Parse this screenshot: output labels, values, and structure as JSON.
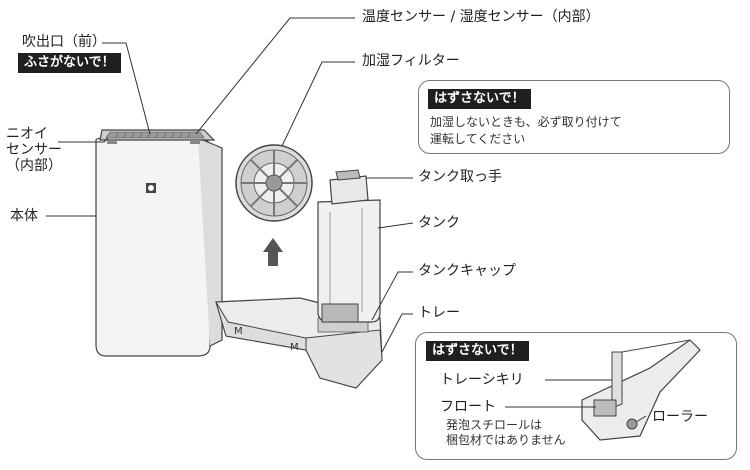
{
  "labels": {
    "outlet": "吹出口（前）",
    "outlet_warning": "ふさがないで！",
    "odor_sensor": "ニオイ\nセンサー\n（内部）",
    "main_body": "本体",
    "temp_sensor": "温度センサー / 湿度センサー（内部）",
    "humidify_filter": "加湿フィルター",
    "tank_handle": "タンク取っ手",
    "tank": "タンク",
    "tank_cap": "タンクキャップ",
    "tray": "トレー"
  },
  "filter_note": {
    "title": "はずさないで！",
    "text": "加湿しないときも、必ず取り付けて\n運転してください"
  },
  "tray_note": {
    "title": "はずさないで！",
    "partition": "トレーシキリ",
    "float": "フロート",
    "float_desc": "発泡スチロールは\n梱包材ではありません",
    "roller": "ローラー"
  },
  "colors": {
    "tag_bg": "#1f1f1f",
    "line": "#333333",
    "body_fill": "#f4f4f4",
    "part_fill": "#e6e6e6",
    "dark_part": "#8a8a8a",
    "arrow": "#555555"
  },
  "icons": [
    "air-purifier-body",
    "humidify-filter",
    "water-tank",
    "tray",
    "up-arrow"
  ]
}
